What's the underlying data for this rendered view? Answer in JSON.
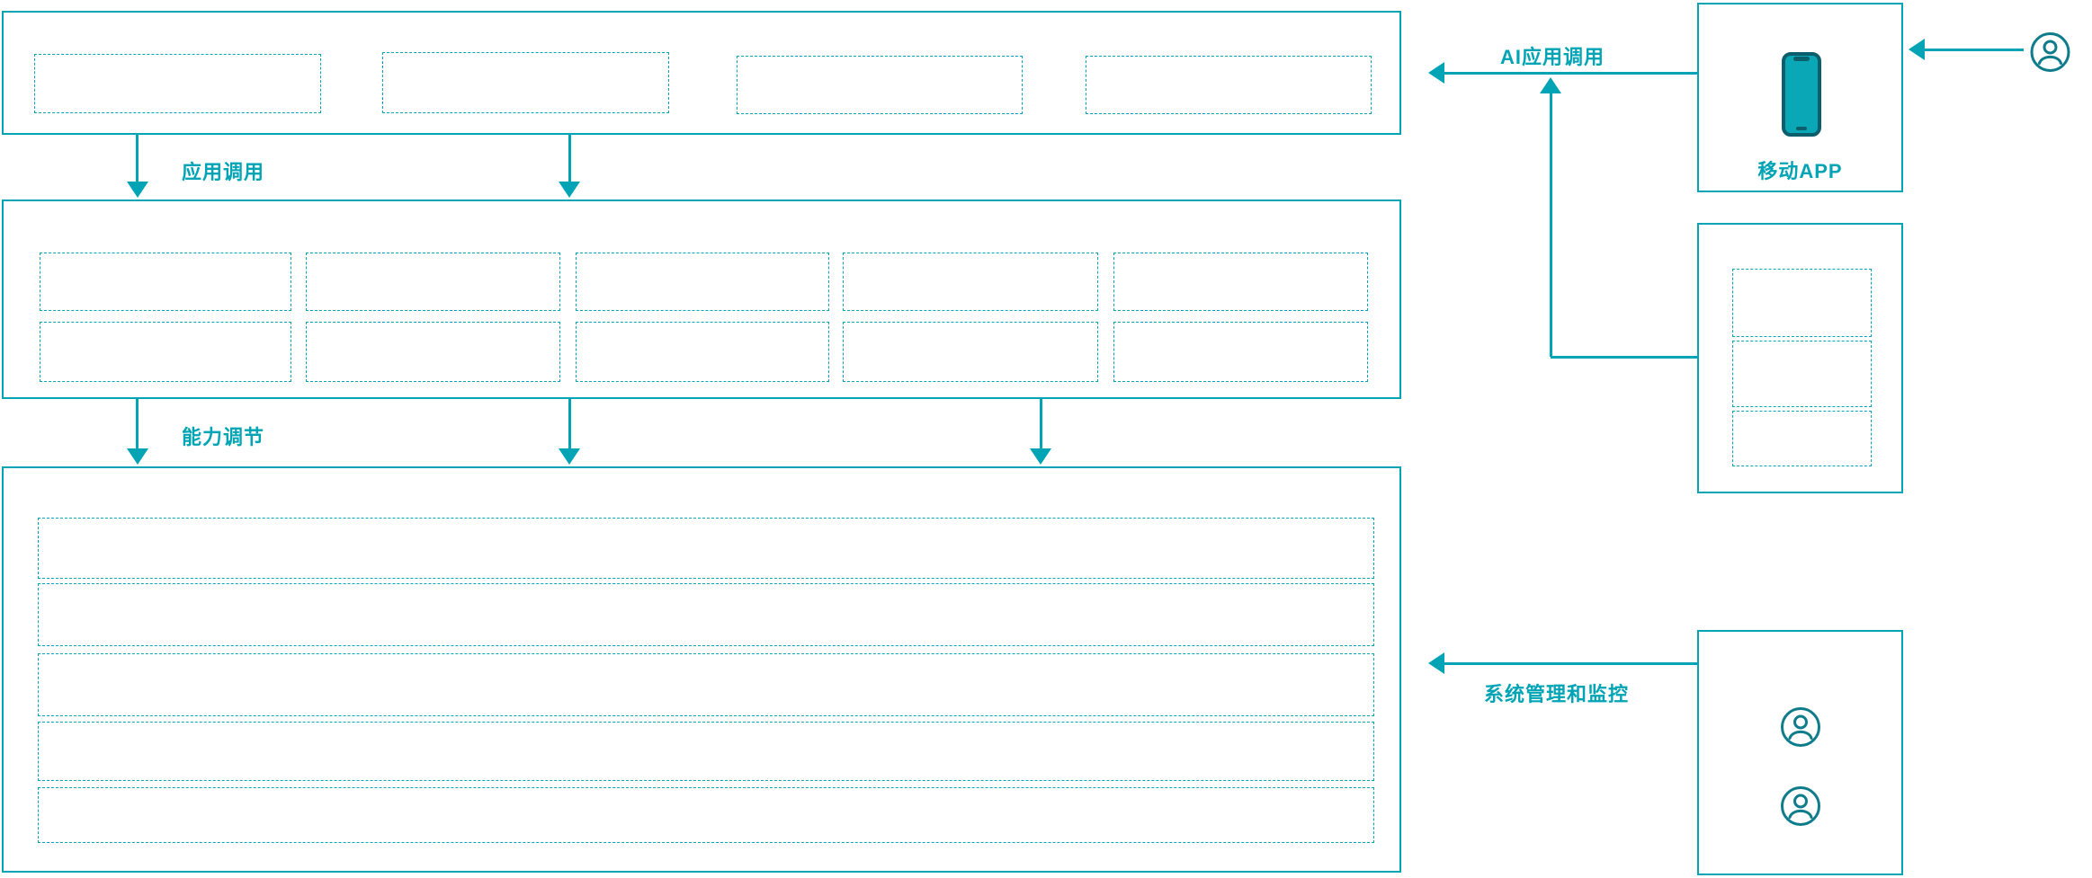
{
  "meta": {
    "accent_color": "#00a4b4",
    "icon_color": "#0f7c8b",
    "background_color": "#ffffff"
  },
  "flow_labels": {
    "app_call": "应用调用",
    "capability_tuning": "能力调节",
    "ai_app_call": "AI应用调用",
    "system_monitoring": "系统管理和监控"
  },
  "left_stack": {
    "top_layer": {
      "placeholder_slots": 4
    },
    "middle_layer": {
      "placeholder_rows": 2,
      "placeholder_cols": 5
    },
    "bottom_layer": {
      "placeholder_rows": 5
    }
  },
  "right_panel": {
    "mobile_app": {
      "label": "移动APP",
      "icon": "smartphone-icon"
    },
    "middle_box": {
      "placeholder_slots": 3
    },
    "operators_box": {
      "icons": [
        "user-icon",
        "user-icon"
      ]
    },
    "external_user": {
      "icon": "user-icon"
    }
  }
}
